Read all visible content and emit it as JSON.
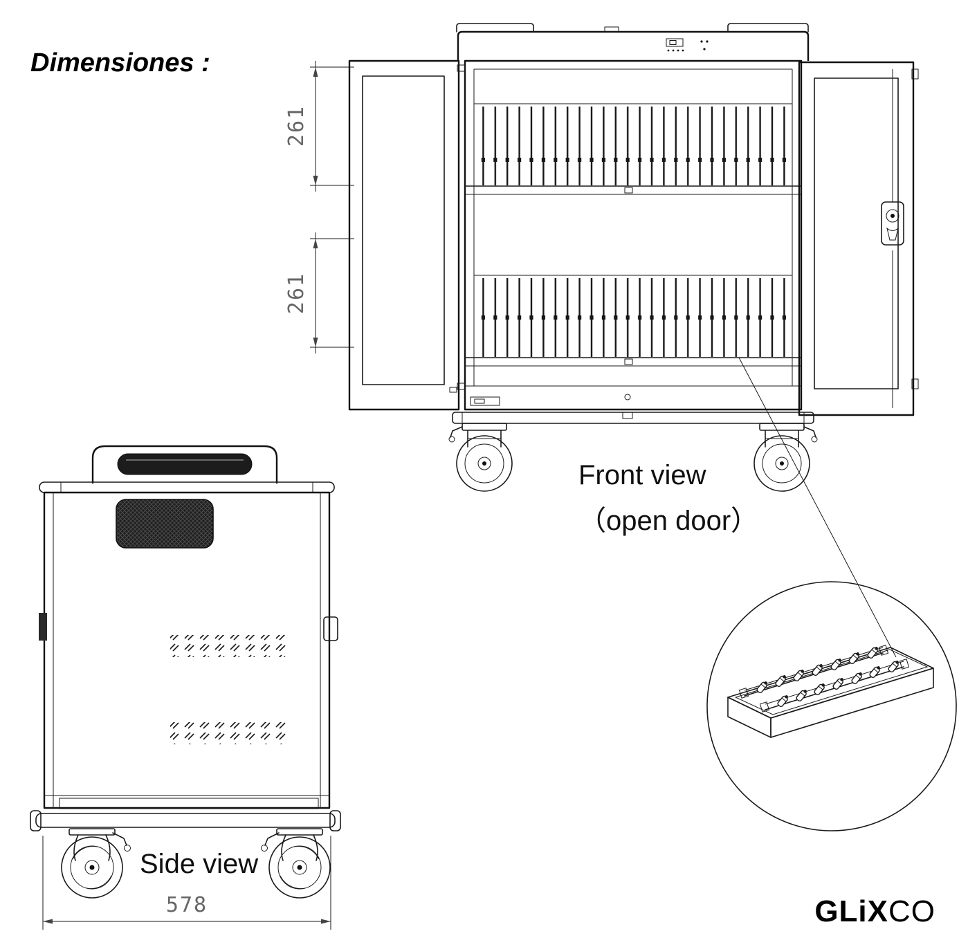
{
  "page_title": "Dimensiones :",
  "front_view": {
    "label": "Front view",
    "sublabel": "（open door）",
    "dim_upper": "261",
    "dim_lower": "261"
  },
  "side_view": {
    "label": "Side view",
    "dim_width": "578"
  },
  "brand": {
    "bold": "GLiX",
    "light": "CO"
  },
  "colors": {
    "line": "#1a1a1a",
    "dim_text": "#666666",
    "background": "#ffffff"
  }
}
